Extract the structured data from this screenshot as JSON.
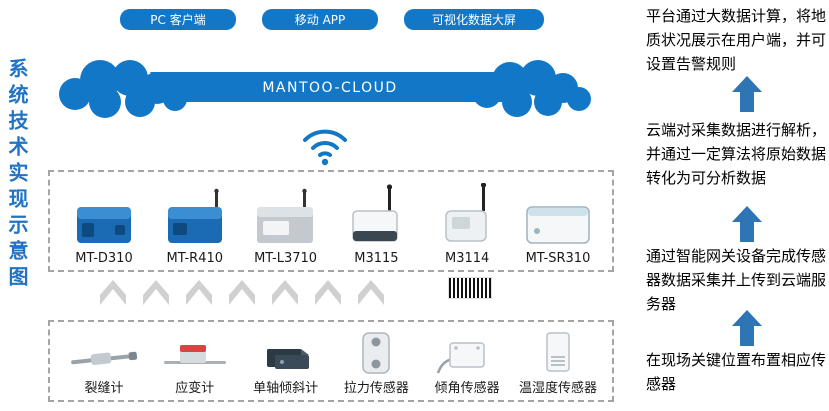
{
  "page": {
    "title": "系统技术实现示意图"
  },
  "top_labels": [
    {
      "label": "PC 客户端"
    },
    {
      "label": "移动 APP"
    },
    {
      "label": "可视化数据大屏"
    }
  ],
  "cloud": {
    "label": "MANTOO-CLOUD"
  },
  "devices": {
    "items": [
      {
        "label": "MT-D310"
      },
      {
        "label": "MT-R410"
      },
      {
        "label": "MT-L3710"
      },
      {
        "label": "M3115"
      },
      {
        "label": "M3114"
      },
      {
        "label": "MT-SR310"
      }
    ]
  },
  "sensors": {
    "items": [
      {
        "label": "裂缝计"
      },
      {
        "label": "应变计"
      },
      {
        "label": "单轴倾斜计"
      },
      {
        "label": "拉力传感器"
      },
      {
        "label": "倾角传感器"
      },
      {
        "label": "温湿度传感器"
      }
    ]
  },
  "steps": [
    {
      "text": "平台通过大数据计算，将地质状况展示在用户端，并可设置告警规则"
    },
    {
      "text": "云端对采集数据进行解析，并通过一定算法将原始数据转化为可分析数据"
    },
    {
      "text": "通过智能网关设备完成传感器数据采集并上传到云端服务器"
    },
    {
      "text": "在现场关键位置布置相应传感器"
    }
  ],
  "colors": {
    "brand_blue": "#1377c8",
    "step_arrow_blue": "#2e75b6",
    "flow_arrow_gray": "#d0d0d0",
    "title_blue": "#2273c3"
  }
}
